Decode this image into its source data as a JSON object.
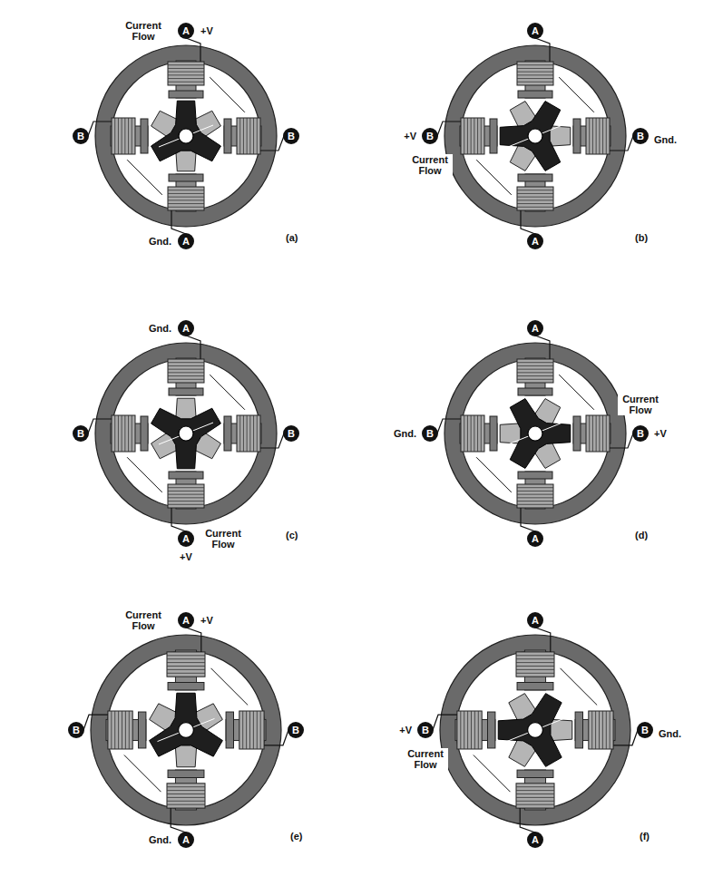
{
  "diagram": {
    "nodes": [
      {
        "text": [
          "A"
        ]
      },
      {
        "text": [
          "B"
        ]
      },
      {
        "text": [
          "B"
        ]
      },
      {
        "text": [
          "A"
        ]
      },
      {
        "text": [
          "A"
        ]
      },
      {
        "text": [
          "B"
        ]
      },
      {
        "text": [
          "B"
        ]
      },
      {
        "text": [
          "A"
        ]
      },
      {
        "text": [
          "A"
        ]
      },
      {
        "text": [
          "B"
        ]
      },
      {
        "text": [
          "B"
        ]
      },
      {
        "text": [
          "A"
        ]
      },
      {
        "text": [
          "A"
        ]
      },
      {
        "text": [
          "B"
        ]
      },
      {
        "text": [
          "B"
        ]
      },
      {
        "text": [
          "A"
        ]
      },
      {
        "text": [
          "A"
        ]
      },
      {
        "text": [
          "B"
        ]
      },
      {
        "text": [
          "B"
        ]
      },
      {
        "text": [
          "A"
        ]
      },
      {
        "text": [
          "A"
        ]
      },
      {
        "text": [
          "B"
        ]
      },
      {
        "text": [
          "B"
        ]
      },
      {
        "text": [
          "A"
        ]
      }
    ],
    "labels": [
      "+V",
      "Current Flow",
      "Gnd.",
      "(a)",
      "+V",
      "Current Flow",
      "Gnd.",
      "(b)",
      "Gnd.",
      "Current Flow",
      "+V",
      "(c)",
      "Gnd.",
      "Current Flow",
      "+V",
      "(d)",
      "+V",
      "Current Flow",
      "Gnd.",
      "(e)",
      "+V",
      "Current Flow",
      "Gnd.",
      "(f)"
    ]
  }
}
